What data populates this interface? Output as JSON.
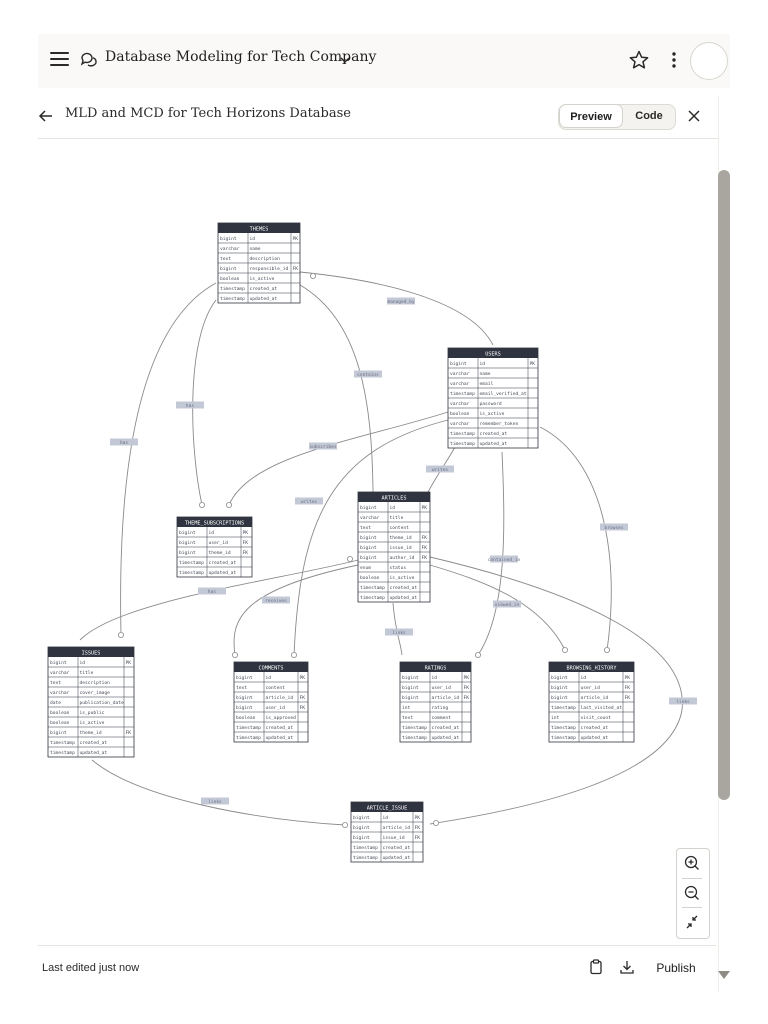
{
  "header": {
    "conversation_title": "Database Modeling for Tech Company",
    "icons": [
      "menu-icon",
      "chat-bubbles-icon",
      "chevron-down-icon",
      "star-icon",
      "more-vertical-icon"
    ]
  },
  "artifact": {
    "title": "MLD and MCD for Tech Horizons Database",
    "preview_label": "Preview",
    "code_label": "Code",
    "active_tab": "Preview"
  },
  "diagram": {
    "entities": [
      {
        "name": "THEMES",
        "rows": [
          [
            "bigint",
            "id",
            "PK"
          ],
          [
            "varchar",
            "name",
            ""
          ],
          [
            "text",
            "description",
            ""
          ],
          [
            "bigint",
            "responsible_id",
            "FK"
          ],
          [
            "boolean",
            "is_active",
            ""
          ],
          [
            "timestamp",
            "created_at",
            ""
          ],
          [
            "timestamp",
            "updated_at",
            ""
          ]
        ]
      },
      {
        "name": "USERS",
        "rows": [
          [
            "bigint",
            "id",
            "PK"
          ],
          [
            "varchar",
            "name",
            ""
          ],
          [
            "varchar",
            "email",
            ""
          ],
          [
            "timestamp",
            "email_verified_at",
            ""
          ],
          [
            "varchar",
            "password",
            ""
          ],
          [
            "boolean",
            "is_active",
            ""
          ],
          [
            "varchar",
            "remember_token",
            ""
          ],
          [
            "timestamp",
            "created_at",
            ""
          ],
          [
            "timestamp",
            "updated_at",
            ""
          ]
        ]
      },
      {
        "name": "ARTICLES",
        "rows": [
          [
            "bigint",
            "id",
            "PK"
          ],
          [
            "varchar",
            "title",
            ""
          ],
          [
            "text",
            "content",
            ""
          ],
          [
            "bigint",
            "theme_id",
            "FK"
          ],
          [
            "bigint",
            "issue_id",
            "FK"
          ],
          [
            "bigint",
            "author_id",
            "FK"
          ],
          [
            "enum",
            "status",
            ""
          ],
          [
            "boolean",
            "is_active",
            ""
          ],
          [
            "timestamp",
            "created_at",
            ""
          ],
          [
            "timestamp",
            "updated_at",
            ""
          ]
        ]
      },
      {
        "name": "THEME_SUBSCRIPTIONS",
        "rows": [
          [
            "bigint",
            "id",
            "PK"
          ],
          [
            "bigint",
            "user_id",
            "FK"
          ],
          [
            "bigint",
            "theme_id",
            "FK"
          ],
          [
            "timestamp",
            "created_at",
            ""
          ],
          [
            "timestamp",
            "updated_at",
            ""
          ]
        ]
      },
      {
        "name": "ISSUES",
        "rows": [
          [
            "bigint",
            "id",
            "PK"
          ],
          [
            "varchar",
            "title",
            ""
          ],
          [
            "text",
            "description",
            ""
          ],
          [
            "varchar",
            "cover_image",
            ""
          ],
          [
            "date",
            "publication_date",
            ""
          ],
          [
            "boolean",
            "is_public",
            ""
          ],
          [
            "boolean",
            "is_active",
            ""
          ],
          [
            "bigint",
            "theme_id",
            "FK"
          ],
          [
            "timestamp",
            "created_at",
            ""
          ],
          [
            "timestamp",
            "updated_at",
            ""
          ]
        ]
      },
      {
        "name": "COMMENTS",
        "rows": [
          [
            "bigint",
            "id",
            "PK"
          ],
          [
            "text",
            "content",
            ""
          ],
          [
            "bigint",
            "article_id",
            "FK"
          ],
          [
            "bigint",
            "user_id",
            "FK"
          ],
          [
            "boolean",
            "is_approved",
            ""
          ],
          [
            "timestamp",
            "created_at",
            ""
          ],
          [
            "timestamp",
            "updated_at",
            ""
          ]
        ]
      },
      {
        "name": "RATINGS",
        "rows": [
          [
            "bigint",
            "id",
            "PK"
          ],
          [
            "bigint",
            "user_id",
            "FK"
          ],
          [
            "bigint",
            "article_id",
            "FK"
          ],
          [
            "int",
            "rating",
            ""
          ],
          [
            "text",
            "comment",
            ""
          ],
          [
            "timestamp",
            "created_at",
            ""
          ],
          [
            "timestamp",
            "updated_at",
            ""
          ]
        ]
      },
      {
        "name": "BROWSING_HISTORY",
        "rows": [
          [
            "bigint",
            "id",
            "PK"
          ],
          [
            "bigint",
            "user_id",
            "FK"
          ],
          [
            "bigint",
            "article_id",
            "FK"
          ],
          [
            "timestamp",
            "last_visited_at",
            ""
          ],
          [
            "int",
            "visit_count",
            ""
          ],
          [
            "timestamp",
            "created_at",
            ""
          ],
          [
            "timestamp",
            "updated_at",
            ""
          ]
        ]
      },
      {
        "name": "ARTICLE_ISSUE",
        "rows": [
          [
            "bigint",
            "id",
            "PK"
          ],
          [
            "bigint",
            "article_id",
            "FK"
          ],
          [
            "bigint",
            "issue_id",
            "FK"
          ],
          [
            "timestamp",
            "created_at",
            ""
          ],
          [
            "timestamp",
            "updated_at",
            ""
          ]
        ]
      }
    ],
    "relationships": [
      "managed_by",
      "contains",
      "has",
      "has",
      "subscribes",
      "writes",
      "writes",
      "browses",
      "contained_in",
      "has",
      "receives",
      "viewed_in",
      "links",
      "links"
    ]
  },
  "zoom_controls": {
    "icons": [
      "zoom-in-icon",
      "zoom-out-icon",
      "fit-screen-icon"
    ]
  },
  "footer": {
    "last_edited": "Last edited just now",
    "publish_label": "Publish",
    "icons": [
      "copy-icon",
      "download-icon"
    ]
  },
  "colors": {
    "entity_header": "#2f3440",
    "connector": "#8a8a8a",
    "label_bg": "#c3c8d6",
    "scrollbar": "#a9a6a0"
  }
}
